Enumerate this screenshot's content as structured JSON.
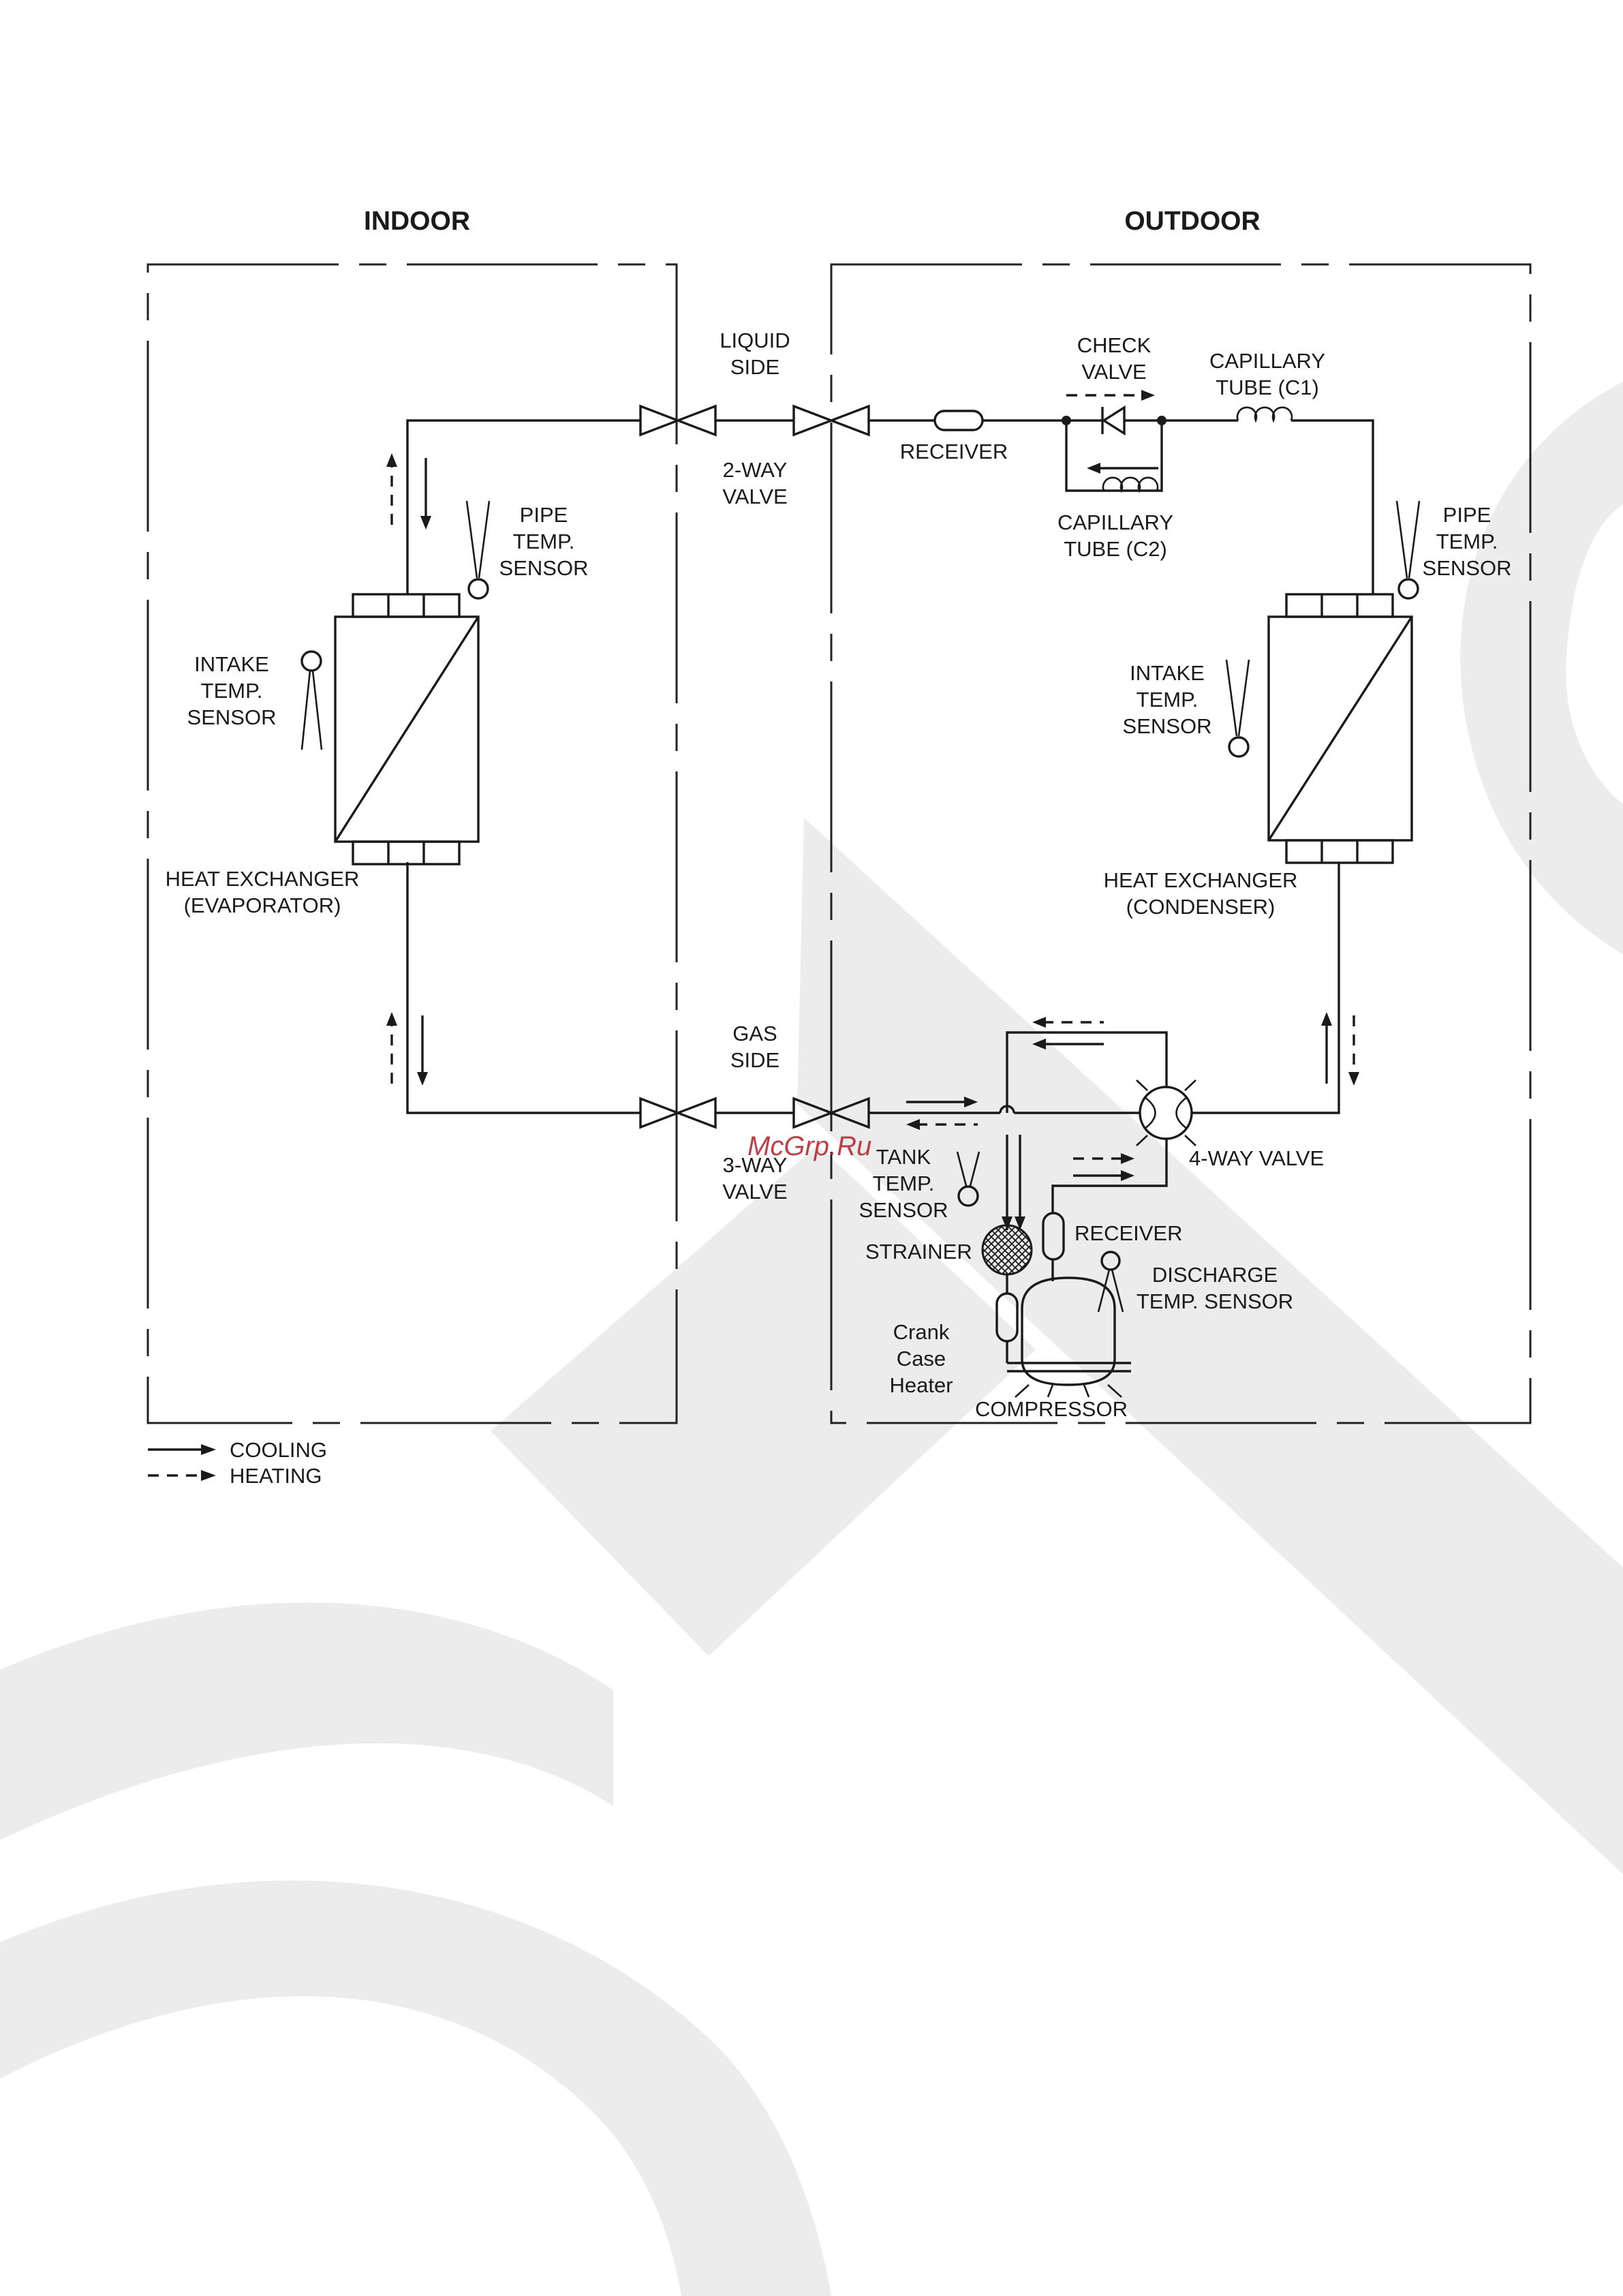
{
  "header": {
    "indoor": "INDOOR",
    "outdoor": "OUTDOOR"
  },
  "labels": {
    "liquid_side": "LIQUID\nSIDE",
    "two_way_valve": "2-WAY\nVALVE",
    "gas_side": "GAS\nSIDE",
    "three_way_valve": "3-WAY\nVALVE",
    "receiver_top": "RECEIVER",
    "check_valve": "CHECK\nVALVE",
    "capillary_c1": "CAPILLARY\nTUBE (C1)",
    "capillary_c2": "CAPILLARY\nTUBE (C2)",
    "indoor_pipe_sensor": "PIPE\nTEMP.\nSENSOR",
    "indoor_intake_sensor": "INTAKE\nTEMP.\nSENSOR",
    "evaporator": "HEAT EXCHANGER\n(EVAPORATOR)",
    "outdoor_pipe_sensor": "PIPE\nTEMP.\nSENSOR",
    "outdoor_intake_sensor": "INTAKE\nTEMP.\nSENSOR",
    "condenser": "HEAT EXCHANGER\n(CONDENSER)",
    "four_way_valve": "4-WAY VALVE",
    "tank_sensor": "TANK\nTEMP.\nSENSOR",
    "strainer": "STRAINER",
    "receiver_bottom": "RECEIVER",
    "discharge_sensor": "DISCHARGE\nTEMP. SENSOR",
    "crank_case_heater": "Crank\nCase\nHeater",
    "compressor": "COMPRESSOR"
  },
  "legend": {
    "cooling": "COOLING",
    "heating": "HEATING"
  },
  "watermark": {
    "text": "McGrp.Ru"
  },
  "colors": {
    "line": "#1a1a1a",
    "watermark_text": "#b0202a",
    "watermark_logo": "#ececec"
  }
}
